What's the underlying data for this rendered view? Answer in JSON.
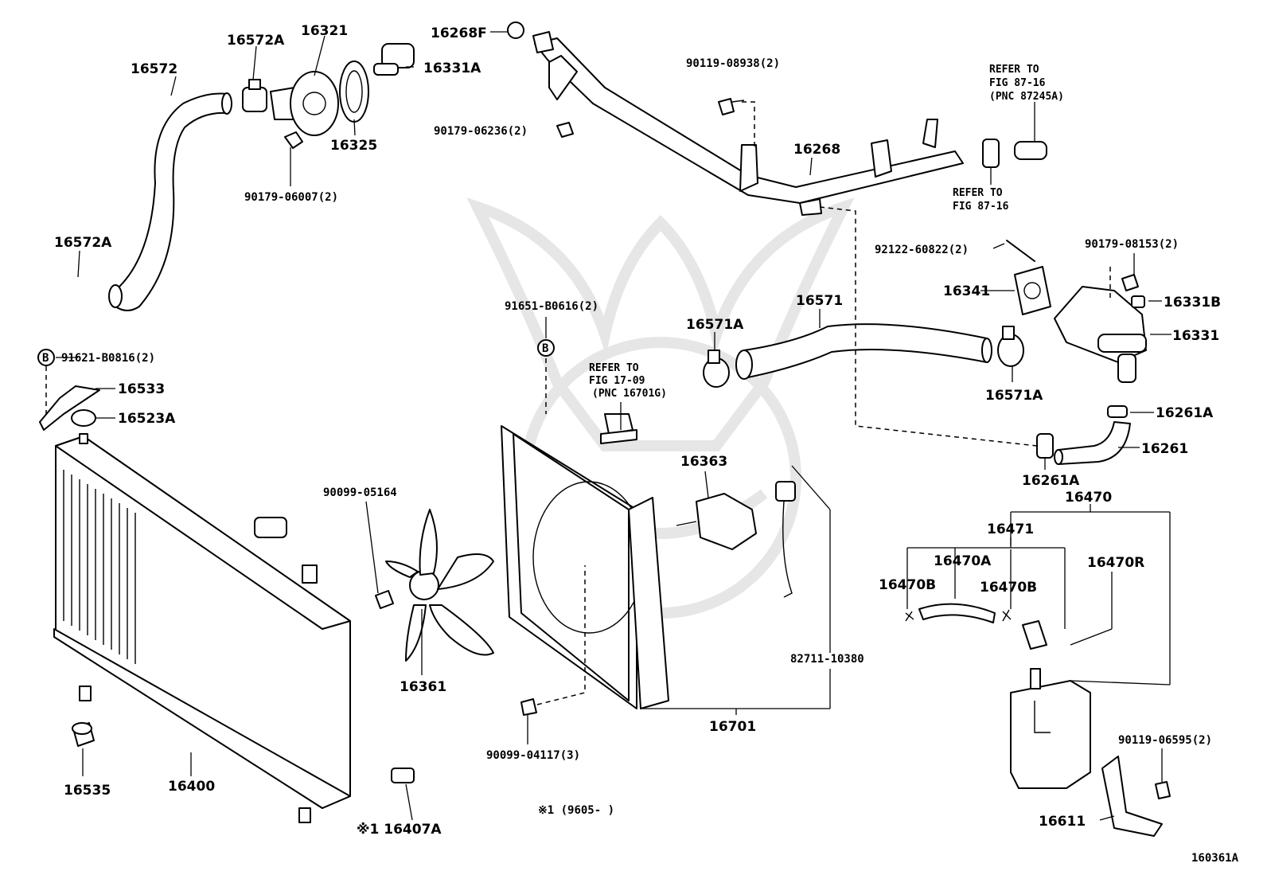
{
  "labels": {
    "l16572": "16572",
    "l16572A_top": "16572A",
    "l16321": "16321",
    "l16268F": "16268F",
    "l16331A": "16331A",
    "l16325": "16325",
    "l90179_06007": "90179-06007(2)",
    "l16572A_low": "16572A",
    "l90179_06236": "90179-06236(2)",
    "l90119_08938": "90119-08938(2)",
    "l16268": "16268",
    "refer1_line1": "REFER TO",
    "refer1_line2": "FIG 87-16",
    "refer1_line3": "(PNC 87245A)",
    "refer2_line1": "REFER TO",
    "refer2_line2": "FIG 87-16",
    "l92122_60822": "92122-60822(2)",
    "l90179_08153": "90179-08153(2)",
    "l16341": "16341",
    "l16331B": "16331B",
    "l16331": "16331",
    "l16571": "16571",
    "l16571A_left": "16571A",
    "l16571A_right": "16571A",
    "l16261A_top": "16261A",
    "l16261": "16261",
    "l16261A_low": "16261A",
    "b_marker_1": "B",
    "l91621_B0816": "91621-B0816(2)",
    "l16533": "16533",
    "l16523A": "16523A",
    "l91651_B0616": "91651-B0616(2)",
    "b_marker_2": "B",
    "refer3_line1": "REFER TO",
    "refer3_line2": "FIG 17-09",
    "refer3_line3": "(PNC 16701G)",
    "l16363": "16363",
    "l90099_05164": "90099-05164",
    "l16361": "16361",
    "l82711_10380": "82711-10380",
    "l16701": "16701",
    "l90099_04117": "90099-04117(3)",
    "l16470": "16470",
    "l16471": "16471",
    "l16470A": "16470A",
    "l16470B_left": "16470B",
    "l16470B_right": "16470B",
    "l16470R": "16470R",
    "l16535": "16535",
    "l16400": "16400",
    "l16407A": "※1 16407A",
    "footnote": "※1 (9605-    )",
    "l90119_06595": "90119-06595(2)",
    "l16611": "16611",
    "fig_id": "160361A"
  }
}
